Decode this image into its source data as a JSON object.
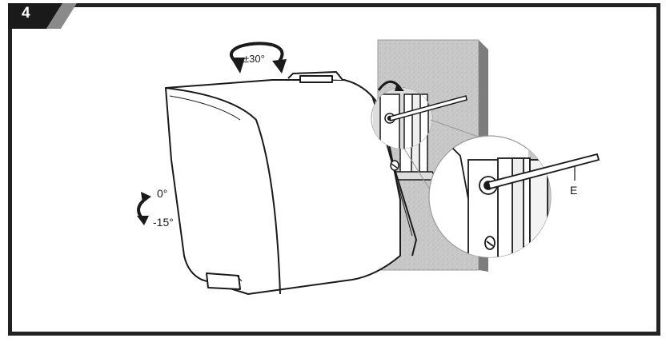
{
  "step": {
    "number": "4"
  },
  "labels": {
    "rotation_horizontal": "±30°",
    "tilt_top": "0°",
    "tilt_bottom": "-15°",
    "allen_key": "E"
  },
  "colors": {
    "frame": "#222222",
    "step_tab": "#1a1a1a",
    "step_tab_accent": "#8a8a8a",
    "wall": "#c8c8c8",
    "wall_edge": "#7d7d7d",
    "speaker_fill": "#ffffff",
    "line": "#1a1a1a"
  },
  "icons": [
    "rotate-horizontal-icon",
    "tilt-arrow-icon",
    "allen-key-icon"
  ]
}
